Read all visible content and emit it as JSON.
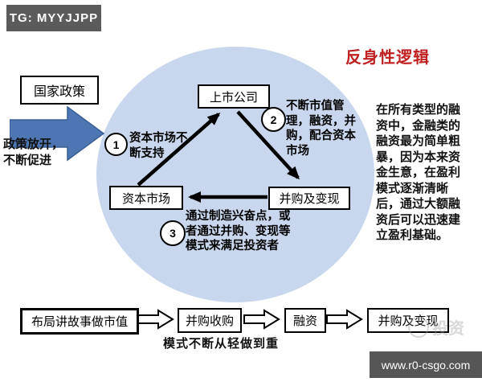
{
  "badges": {
    "tg": "TG: MYYJJPP",
    "site": "www.r0-csgo.com",
    "watermark": "投资"
  },
  "title": {
    "text": "反身性逻辑",
    "color": "#c02020"
  },
  "policy": {
    "box_label": "国家政策",
    "arrow_caption": "政策放开，\n不断促进"
  },
  "cycle": {
    "nodes": {
      "top": "上市公司",
      "left": "资本市场",
      "right": "并购及变现"
    },
    "steps": [
      {
        "num": "1",
        "text": "资本市场不\n断支持"
      },
      {
        "num": "2",
        "text": "不断市值管\n理，融资，并\n购，配合资本\n市场"
      },
      {
        "num": "3",
        "text": "通过制造兴奋点，或\n者通过并购、变现等\n模式来满足投资者"
      }
    ]
  },
  "side_paragraph": "在所有类型的融\n资中，金融类的\n融资最为简单粗\n暴，因为本来资\n金生意，在盈利\n模式逐渐清晰\n后，通过大额融\n资后可以迅速建\n立盈利基础。",
  "flow": {
    "boxes": [
      "布局讲故事做市值",
      "并购收购",
      "融资",
      "并购及变现"
    ],
    "caption": "模式不断从轻做到重"
  },
  "colors": {
    "ellipse_fill": "#c8d7ee",
    "policy_arrow_fill": "#4d76b3",
    "dark_bar": "#5b5b5b"
  }
}
